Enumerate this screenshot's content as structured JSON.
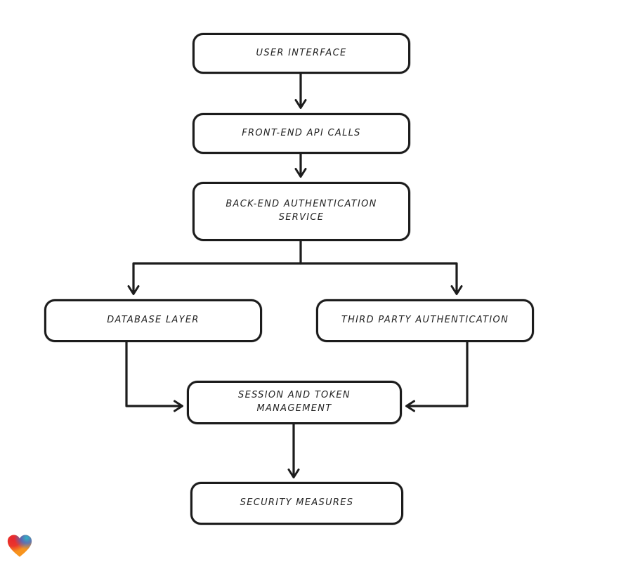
{
  "diagram": {
    "nodes": [
      {
        "id": "user-interface",
        "label": "USER INTERFACE"
      },
      {
        "id": "front-end-api-calls",
        "label": "FRONT-END API CALLS"
      },
      {
        "id": "back-end-authentication-service",
        "label": "BACK-END AUTHENTICATION SERVICE"
      },
      {
        "id": "database-layer",
        "label": "DATABASE LAYER"
      },
      {
        "id": "third-party-authentication",
        "label": "THIRD PARTY AUTHENTICATION"
      },
      {
        "id": "session-and-token-management",
        "label": "SESSION AND TOKEN MANAGEMENT"
      },
      {
        "id": "security-measures",
        "label": "SECURITY MEASURES"
      }
    ],
    "edges": [
      {
        "from": "user-interface",
        "to": "front-end-api-calls"
      },
      {
        "from": "front-end-api-calls",
        "to": "back-end-authentication-service"
      },
      {
        "from": "back-end-authentication-service",
        "to": "database-layer"
      },
      {
        "from": "back-end-authentication-service",
        "to": "third-party-authentication"
      },
      {
        "from": "database-layer",
        "to": "session-and-token-management"
      },
      {
        "from": "third-party-authentication",
        "to": "session-and-token-management"
      },
      {
        "from": "session-and-token-management",
        "to": "security-measures"
      }
    ],
    "style": {
      "background": "#ffffff",
      "node_fill": "#ffffff",
      "stroke": "#1c1c1c",
      "text_color": "#232323"
    },
    "watermark": {
      "icon": "heart-icon",
      "colors": {
        "red": "#e8262e",
        "orange": "#f7941e",
        "teal": "#2fb3c4",
        "blue": "#3b6fd4"
      }
    }
  }
}
